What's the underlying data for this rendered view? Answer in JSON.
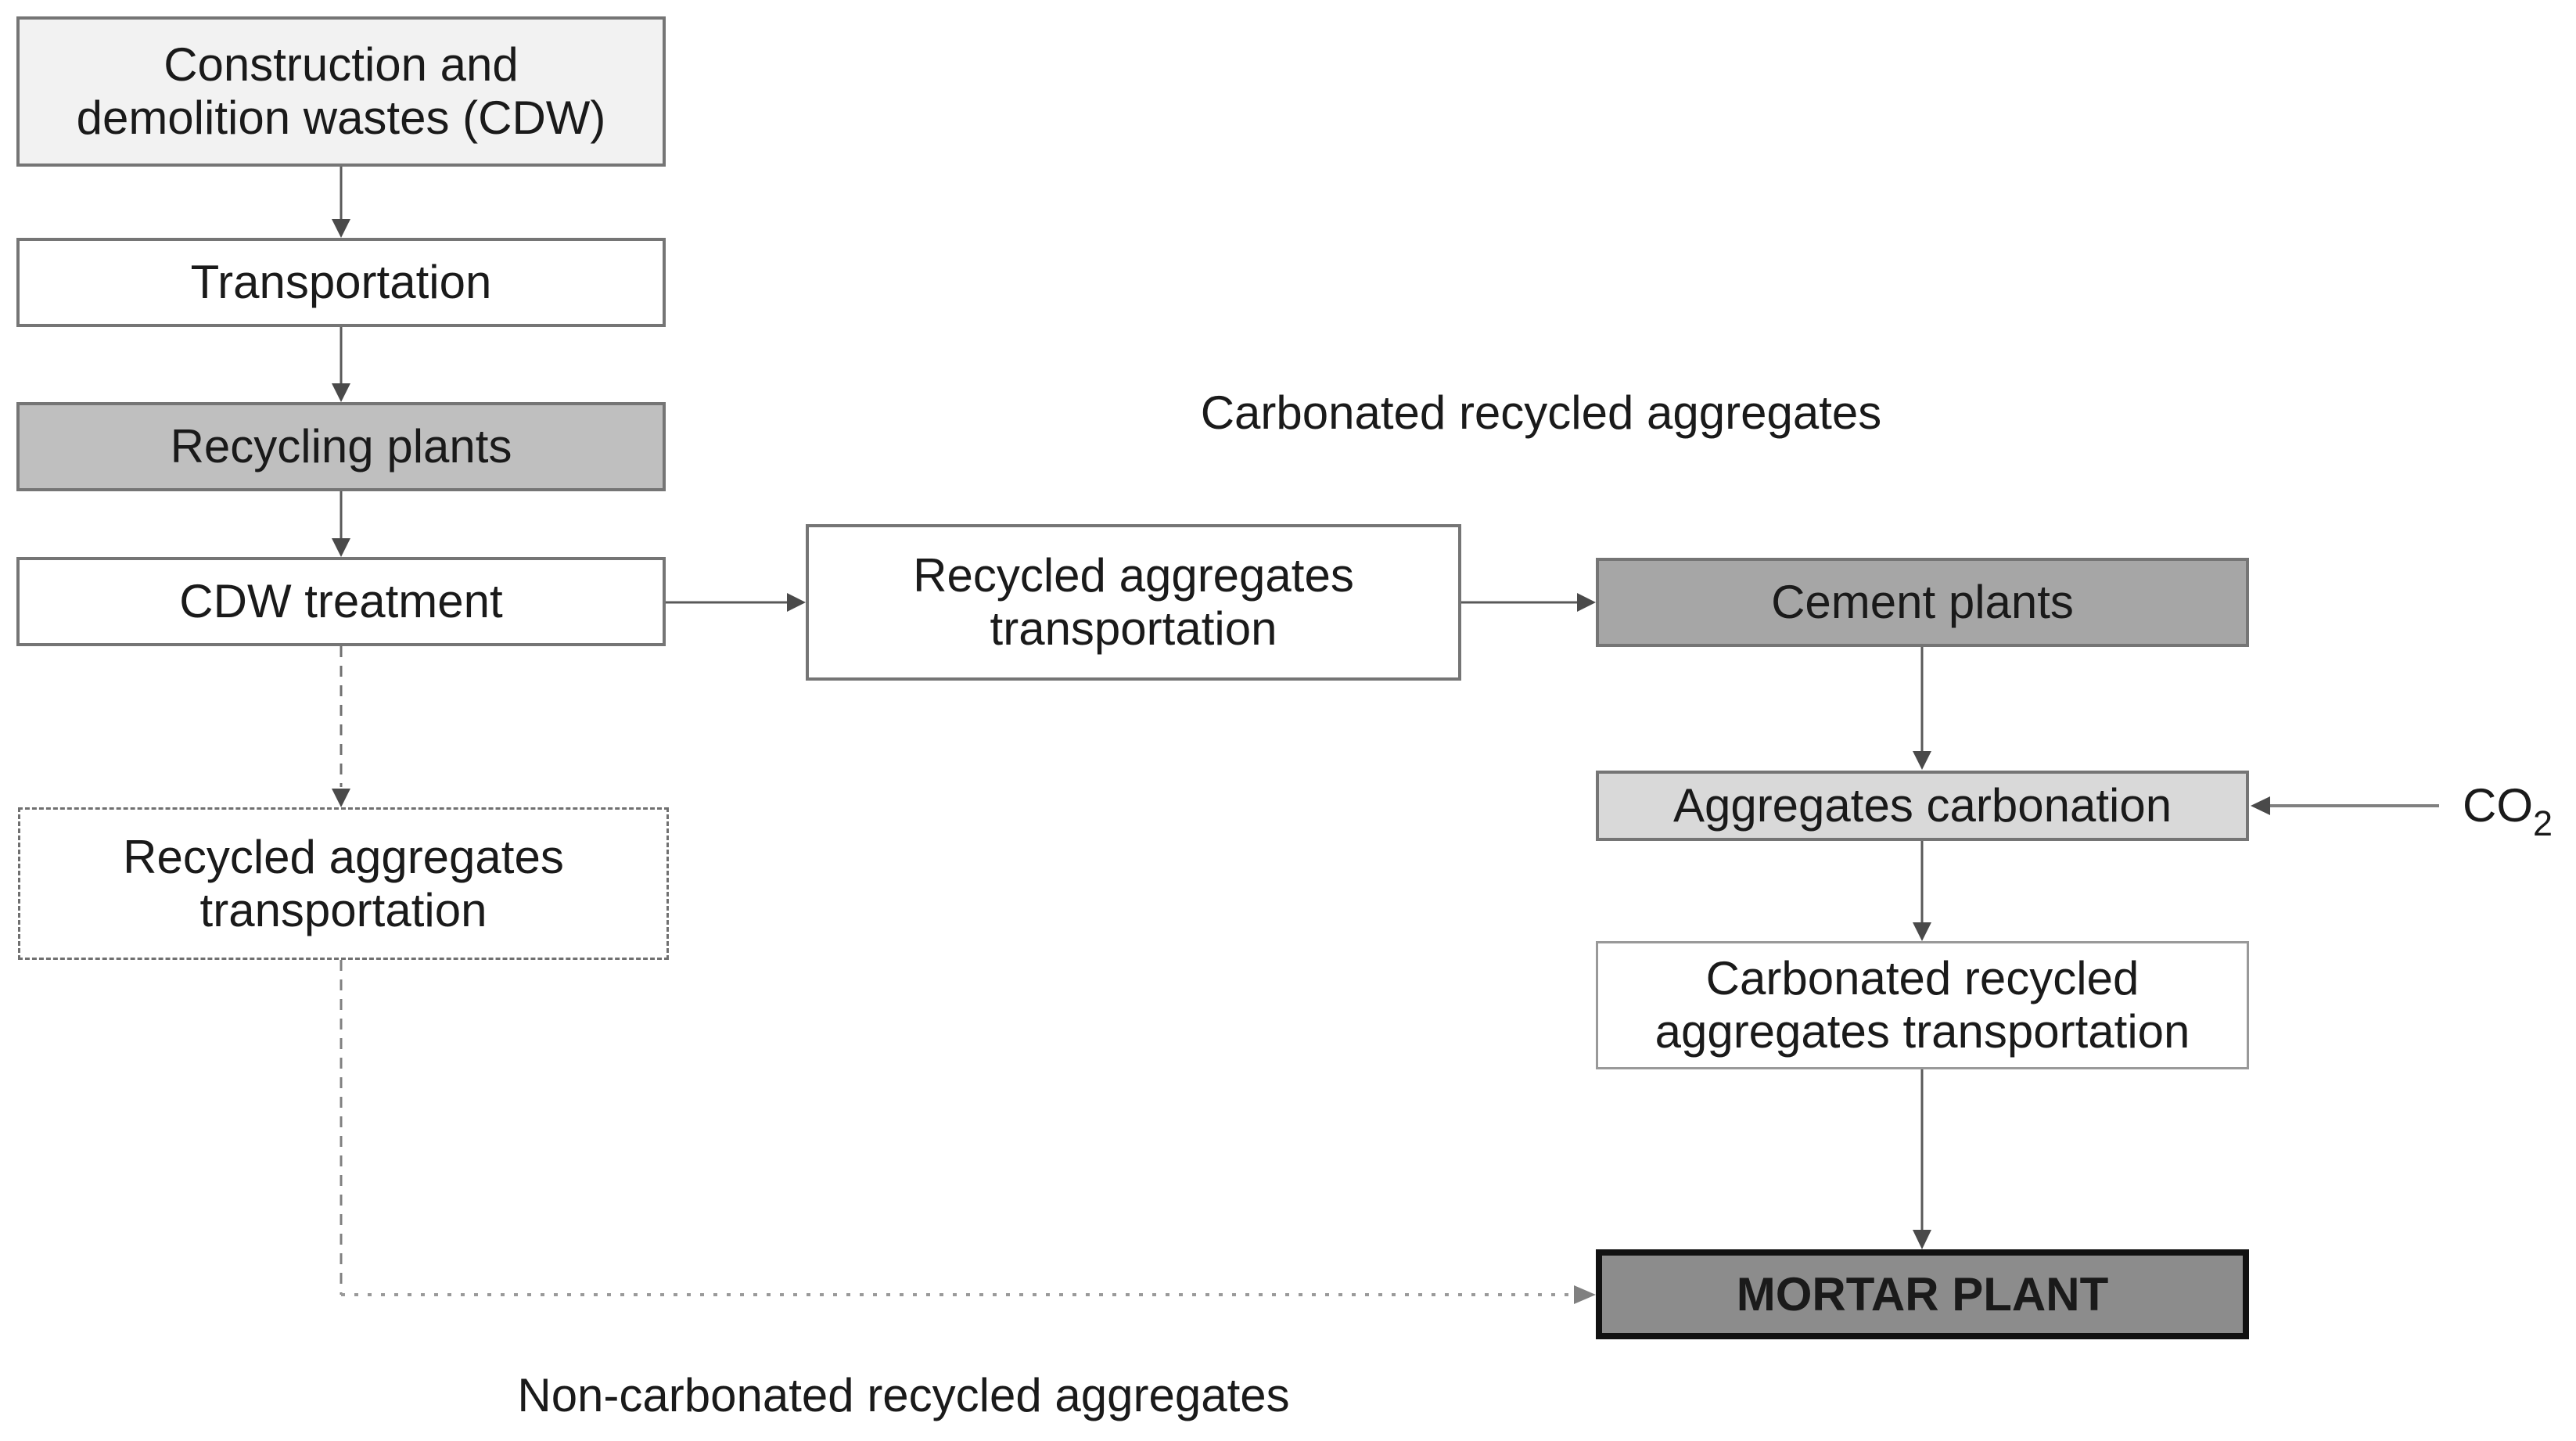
{
  "nodes": {
    "cdw_source": {
      "line1": "Construction and",
      "line2": "demolition wastes (CDW)",
      "fill": "#f2f2f2"
    },
    "transportation": {
      "label": "Transportation",
      "fill": "#ffffff"
    },
    "recycling_plants": {
      "label": "Recycling plants",
      "fill": "#bfbfbf"
    },
    "cdw_treatment": {
      "label": "CDW treatment",
      "fill": "#ffffff"
    },
    "recycled_aggregates_transportation": {
      "line1": "Recycled aggregates",
      "line2": "transportation",
      "fill": "#ffffff"
    },
    "cement_plants": {
      "label": "Cement plants",
      "fill": "#a6a6a6"
    },
    "aggregates_carbonation": {
      "label": "Aggregates carbonation",
      "fill": "#d9d9d9"
    },
    "carbonated_aggregates_transportation": {
      "line1": "Carbonated recycled",
      "line2": "aggregates transportation",
      "fill": "#ffffff"
    },
    "mortar_plant": {
      "label": "MORTAR PLANT",
      "fill": "#8c8c8c"
    },
    "non_carbonated_transportation": {
      "line1": "Recycled aggregates",
      "line2": "transportation",
      "border_style": "dashed",
      "fill": "#ffffff"
    }
  },
  "annotations": {
    "carbonated_path_label": "Carbonated recycled aggregates",
    "non_carbonated_path_label": "Non-carbonated recycled aggregates",
    "co2_label": {
      "text": "CO",
      "subscript": "2"
    }
  },
  "colors": {
    "background": "#ffffff",
    "box_border": "#757575",
    "arrow": "#595959",
    "dashed_path": "#808080",
    "text": "#1a1a1a",
    "fill_verylight": "#f2f2f2",
    "fill_medium": "#bfbfbf",
    "fill_dark": "#a6a6a6",
    "fill_pale": "#d9d9d9",
    "mortar_fill": "#8c8c8c",
    "mortar_border": "#111111"
  }
}
